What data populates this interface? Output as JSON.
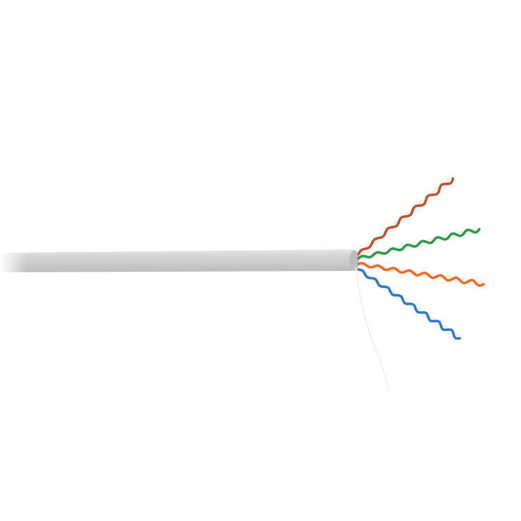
{
  "scene": {
    "background": "#ffffff",
    "subject": "twisted-pair-network-cable",
    "jacket": {
      "color": "#d2d2d2",
      "shade_color": "#bdbdbd",
      "highlight_color": "#e4e4e4"
    },
    "rip_cord_color": "#ececec",
    "pairs": [
      {
        "name": "brown",
        "color": "#b5562e",
        "stripe_color": "#f4ede8"
      },
      {
        "name": "green",
        "color": "#2f9a45",
        "stripe_color": "#eef6ef"
      },
      {
        "name": "orange",
        "color": "#ee6a22",
        "stripe_color": "#fbf1ea"
      },
      {
        "name": "blue",
        "color": "#2f78c8",
        "stripe_color": "#edf3fb"
      }
    ]
  }
}
